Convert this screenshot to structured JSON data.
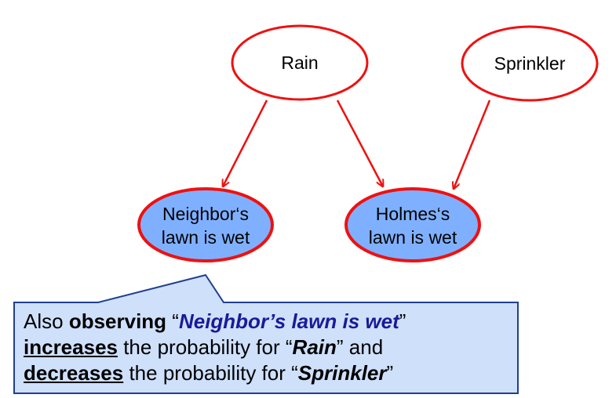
{
  "nodes": {
    "rain": {
      "label": "Rain"
    },
    "sprinkler": {
      "label": "Sprinkler"
    },
    "neighbor": {
      "line1": "Neighbor‘s",
      "line2": "lawn is wet"
    },
    "holmes": {
      "line1": "Holmes‘s",
      "line2": "lawn is wet"
    }
  },
  "edges": [
    {
      "from": "Rain",
      "to": "Neighbor‘s lawn is wet"
    },
    {
      "from": "Rain",
      "to": "Holmes‘s lawn is wet"
    },
    {
      "from": "Sprinkler",
      "to": "Holmes‘s lawn is wet"
    }
  ],
  "callout": {
    "line1": {
      "prefix": "Also ",
      "verb": "observing",
      "open_quote": " “",
      "subject": "Neighbor’s lawn is wet",
      "close_quote": "”"
    },
    "line2": {
      "verb": "increases",
      "middle": " the probability for “",
      "target": "Rain",
      "tail": "” and"
    },
    "line3": {
      "verb": "decreases",
      "middle": " the probability for “",
      "target": "Sprinkler",
      "tail": "”"
    }
  },
  "colors": {
    "edge": "#ee1111",
    "observed_fill": "#7fb0ff",
    "callout_fill": "#cfe0fb",
    "callout_border": "#1f3f8f",
    "emphasis_text": "#1a1a99"
  }
}
